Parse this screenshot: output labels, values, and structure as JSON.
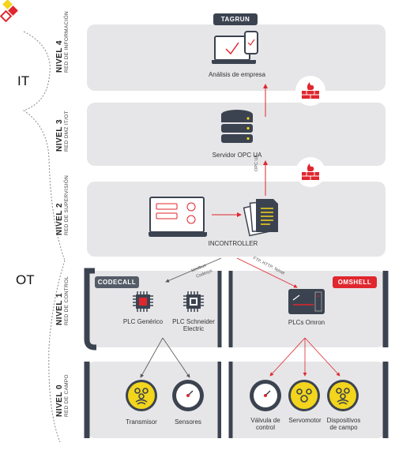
{
  "zones": {
    "it": "IT",
    "ot": "OT"
  },
  "levels": [
    {
      "title": "NIVEL 4",
      "subtitle": "RED DE INFORMACIÓN"
    },
    {
      "title": "NIVEL 3",
      "subtitle": "RED DMZ IT/OT"
    },
    {
      "title": "NIVEL 2",
      "subtitle": "RED DE SUPERVISIÓN"
    },
    {
      "title": "NIVEL 1",
      "subtitle": "RED DE CONTROL"
    },
    {
      "title": "NIVEL 0",
      "subtitle": "RED DE CAMPO"
    }
  ],
  "tags": {
    "tagrun": "TAGRUN",
    "codecall": "CODECALL",
    "omshell": "OMSHELL"
  },
  "nodes": {
    "analisis": "Análisis de empresa",
    "servidor": "Servidor OPC UA",
    "incontroller": "INCONTROLLER",
    "plc_generico": "PLC Genérico",
    "plc_schneider_1": "PLC Schneider",
    "plc_schneider_2": "Electric",
    "plcs_omron": "PLCs Omron",
    "transmisor": "Transmisor",
    "sensores": "Sensores",
    "valvula_1": "Válvula de",
    "valvula_2": "control",
    "servomotor": "Servomotor",
    "dispositivos_1": "Dispositivos",
    "dispositivos_2": "de campo"
  },
  "protocols": {
    "opcua": "OPC UA",
    "modbus": "Modbus",
    "codesys": "Codesys",
    "ftp": "FTP, HTTP, Telnet"
  },
  "colors": {
    "accent_red": "#e0262e",
    "accent_yellow": "#f2d51c",
    "dark": "#3c4350",
    "band": "#e6e6e8"
  }
}
